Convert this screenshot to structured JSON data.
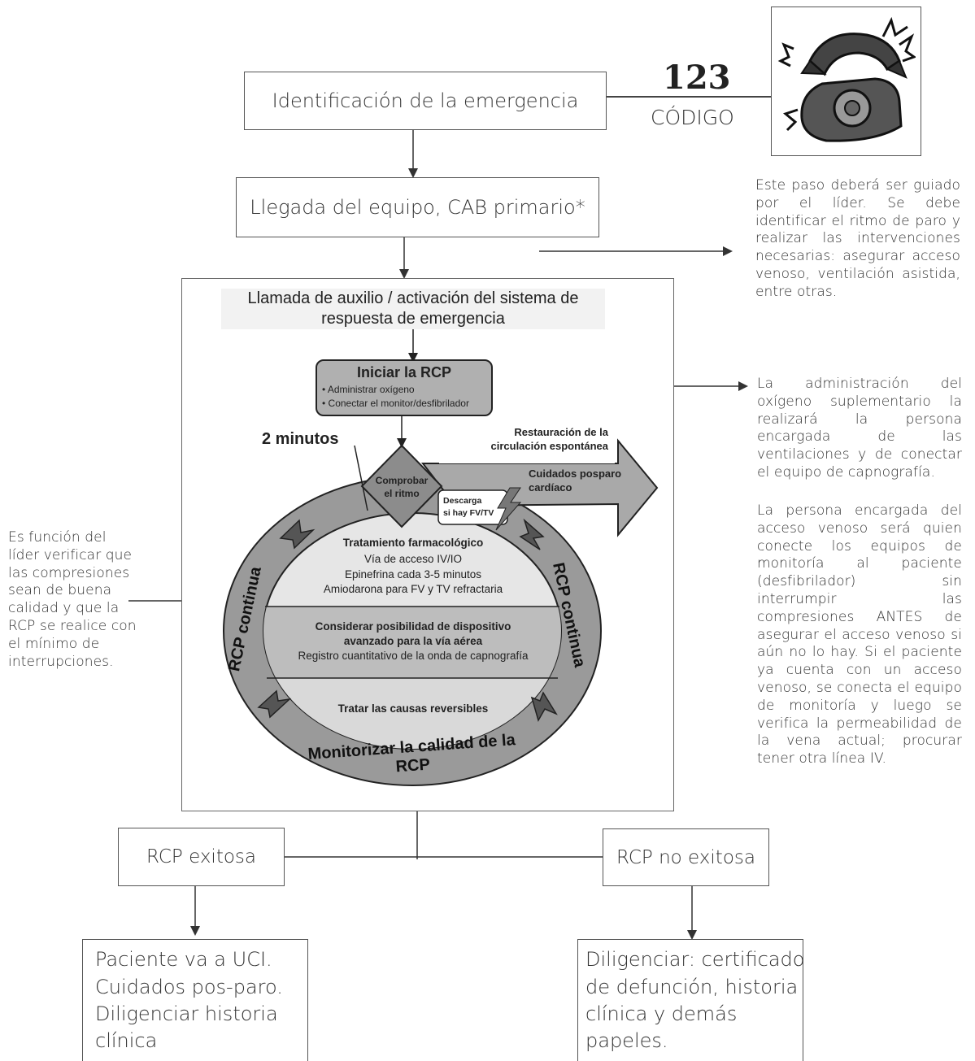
{
  "flow": {
    "identification": "Identificación de la emergencia",
    "code_number": "123",
    "code_label": "CÓDIGO",
    "team_arrival": "Llegada del equipo, CAB primario*",
    "success": "RCP exitosa",
    "failure": "RCP no exitosa",
    "success_outcome": [
      "Paciente va a UCI.",
      "Cuidados pos-paro.",
      "Diligenciar historia",
      "clínica"
    ],
    "failure_outcome": [
      "Diligenciar: certificado",
      "de defunción, historia",
      "clínica y demás",
      "papeles."
    ]
  },
  "notes": {
    "leader_guided": "Este paso deberá ser guiado por el líder. Se debe identificar el ritmo de paro y realizar las intervenciones necesarias: asegurar acceso venoso, ventilación asistida, entre otras.",
    "oxygen_admin": "La administración del oxígeno suplementario la realizará la persona encargada de las ventilaciones y de conectar el equipo de capnografía.",
    "venous_access": "La persona encargada del acceso venoso será quien conecte los equipos de monitoría al paciente (desfibrilador) sin interrumpir las compresiones ANTES de asegurar el acceso venoso si aún no lo hay. Si el paciente ya cuenta con un acceso venoso, se conecta el equipo de monitoría y luego se verifica la permeabilidad de la vena actual; procurar tener otra línea IV.",
    "leader_verify": "Es función del líder verificar que las compresiones sean de buena calidad y que la RCP se realice con el mínimo de interrupciones."
  },
  "cycle": {
    "call_title": [
      "Llamada de auxilio / activación del sistema de",
      "respuesta de emergencia"
    ],
    "start_title": "Iniciar la RCP",
    "start_items": [
      "• Administrar oxígeno",
      "• Conectar el monitor/desfibrilador"
    ],
    "two_minutes": "2 minutos",
    "check_rhythm": [
      "Comprobar",
      "el ritmo"
    ],
    "rosc": [
      "Restauración de la",
      "circulación espontánea"
    ],
    "post_arrest": [
      "Cuidados posparo",
      "cardíaco"
    ],
    "shock": [
      "Descarga",
      "si hay FV/TV"
    ],
    "pharm_title": "Tratamiento farmacológico",
    "pharm_items": [
      "Vía de acceso IV/IO",
      "Epinefrina cada 3-5 minutos",
      "Amiodarona para FV y TV refractaria"
    ],
    "airway_title": [
      "Considerar posibilidad de dispositivo",
      "avanzado para la vía aérea"
    ],
    "airway_item": "Registro cuantitativo de la onda de capnografía",
    "reversible": "Tratar las causas reversibles",
    "ring_left": "RCP continua",
    "ring_right": "RCP continua",
    "ring_bottom": "Monitorizar la calidad de la RCP"
  },
  "icons": {
    "phone": "ringing-phone-icon"
  }
}
